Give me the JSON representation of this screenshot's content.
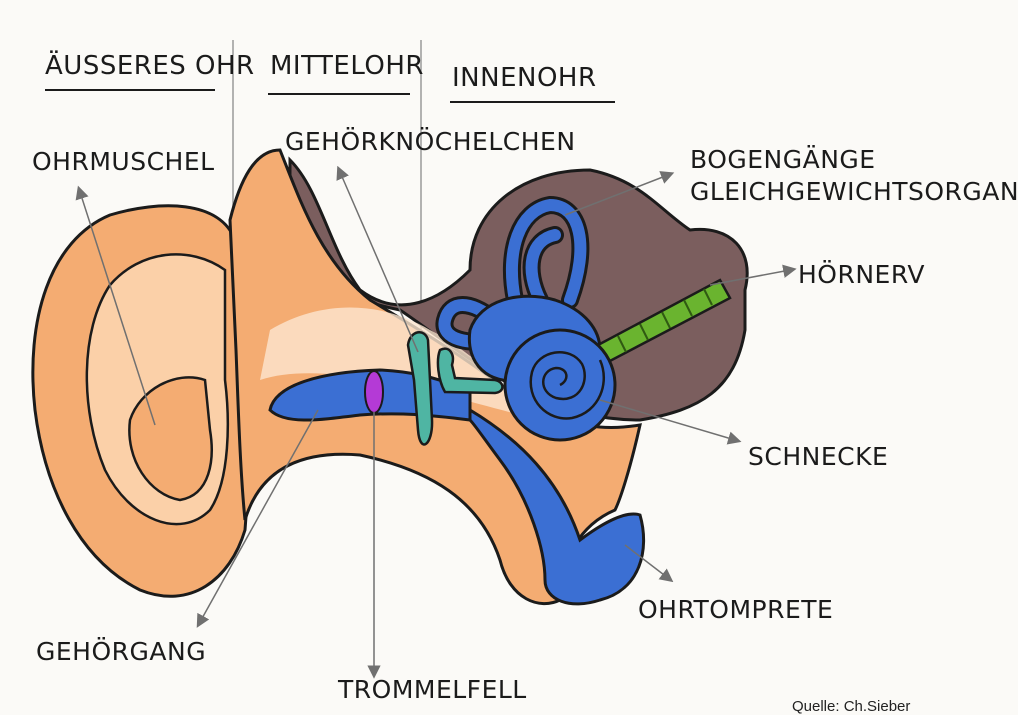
{
  "headers": {
    "outer_ear": "ÄUSSERES OHR",
    "middle_ear": "MITTELOHR",
    "inner_ear": "INNENOHR"
  },
  "labels": {
    "auricle": "OHRMUSCHEL",
    "ossicles": "GEHÖRKNÖCHELCHEN",
    "semicircular_canals": "BOGENGÄNGE",
    "balance_organ": "GLEICHGEWICHTSORGAN",
    "auditory_nerve": "HÖRNERV",
    "cochlea": "SCHNECKE",
    "eustachian_tube": "OHRTOMPRETE",
    "ear_canal": "GEHÖRGANG",
    "eardrum": "TROMMELFELL"
  },
  "source": "Quelle: Ch.Sieber",
  "colors": {
    "skin": "#f4ac72",
    "skin_light": "#fbd0a8",
    "skin_pale": "#fde6cf",
    "bone": "#7b5e5e",
    "inner_ear": "#3b6fd3",
    "inner_ear_light": "#5c8ff0",
    "ossicle": "#4fb5a3",
    "nerve": "#6ab42f",
    "eardrum": "#b43ad6",
    "arrow": "#707070",
    "ink": "#1b1b1b"
  }
}
